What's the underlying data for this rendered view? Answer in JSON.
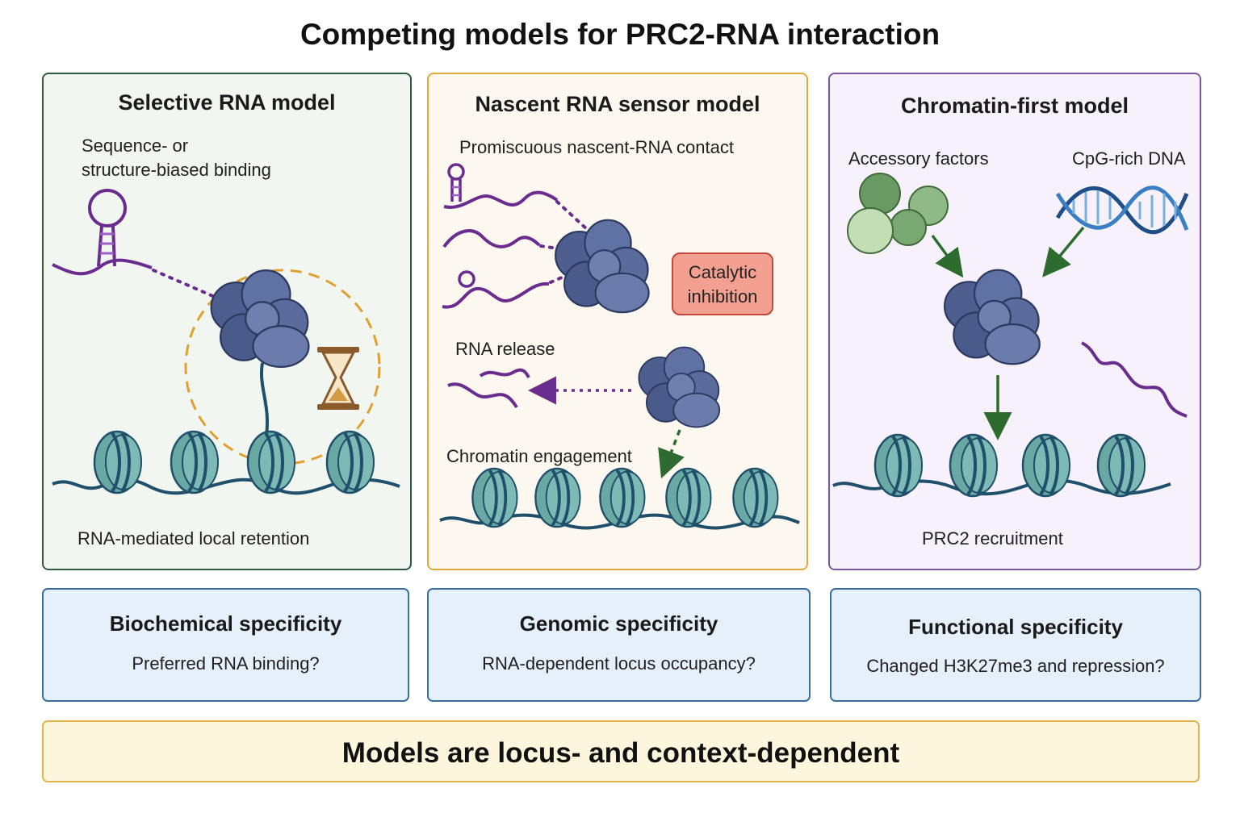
{
  "title": "Competing models for PRC2-RNA interaction",
  "panels": [
    {
      "title": "Selective RNA model",
      "binding_label_line1": "Sequence- or",
      "binding_label_line2": "structure-biased binding",
      "footer": "RNA-mediated local retention"
    },
    {
      "title": "Nascent RNA sensor model",
      "contact_label": "Promiscuous nascent-RNA contact",
      "inhibition_line1": "Catalytic",
      "inhibition_line2": "inhibition",
      "release_label": "RNA release",
      "engagement_label": "Chromatin engagement"
    },
    {
      "title": "Chromatin-first model",
      "factors_label": "Accessory factors",
      "dna_label": "CpG-rich DNA",
      "footer": "PRC2 recruitment"
    }
  ],
  "specificity": [
    {
      "title": "Biochemical specificity",
      "question": "Preferred RNA binding?"
    },
    {
      "title": "Genomic specificity",
      "question": "RNA-dependent locus occupancy?"
    },
    {
      "title": "Functional specificity",
      "question": "Changed H3K27me3 and repression?"
    }
  ],
  "conclusion": "Models are locus- and context-dependent",
  "colors": {
    "prc2": "#5d6f9e",
    "rna": "#6a2c8f",
    "nucleosome": "#6aa8a4",
    "dna_line": "#1f4f6a",
    "timer_ring": "#e0a030",
    "arrow": "#2e6b2e",
    "accessory": "#8fb986"
  }
}
